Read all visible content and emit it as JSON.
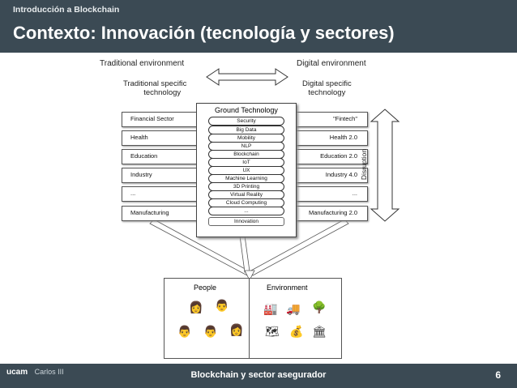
{
  "header": {
    "subtitle": "Introducción a Blockchain",
    "title": "Contexto: Innovación (tecnología y sectores)"
  },
  "diagram": {
    "traditional_env": "Traditional environment",
    "digital_env": "Digital environment",
    "traditional_specific_1": "Traditional specific",
    "traditional_specific_2": "technology",
    "digital_specific_1": "Digital specific",
    "digital_specific_2": "technology",
    "ground_title": "Ground Technology",
    "ground_items": [
      "Security",
      "Big Data",
      "Mobility",
      "NLP",
      "Blockchain",
      "IoT",
      "UX",
      "Machine Learning",
      "3D Printing",
      "Virtual Reality",
      "Cloud Computing",
      "...",
      "Innovation"
    ],
    "left_sectors": [
      "Financial Sector",
      "Health",
      "Education",
      "Industry",
      "...",
      "Manufacturing"
    ],
    "right_sectors": [
      "\"Fintech\"",
      "Health 2.0",
      "Education 2.0",
      "Industry 4.0",
      "...",
      "Manufacturing 2.0"
    ],
    "disruption": "Disruption",
    "people": "People",
    "environment": "Environment"
  },
  "footer": {
    "text": "Blockchain y sector asegurador",
    "page": "6",
    "logo_left": "ucam",
    "logo_right": "Carlos III"
  }
}
